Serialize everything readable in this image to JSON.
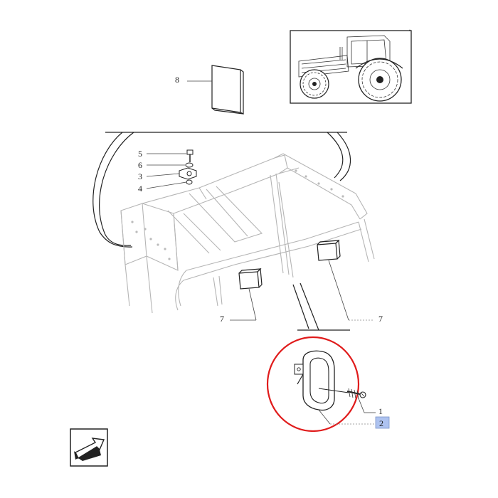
{
  "diagram": {
    "callouts": [
      {
        "id": "c8",
        "text": "8"
      },
      {
        "id": "c5",
        "text": "5"
      },
      {
        "id": "c6",
        "text": "6"
      },
      {
        "id": "c3",
        "text": "3"
      },
      {
        "id": "c4",
        "text": "4"
      },
      {
        "id": "c7a",
        "text": "7"
      },
      {
        "id": "c7b",
        "text": "7"
      },
      {
        "id": "c1",
        "text": "1"
      },
      {
        "id": "c2",
        "text": "2"
      }
    ],
    "highlighted_callout": "2",
    "colors": {
      "highlight_fill": "#aec3f0",
      "detail_circle": "#e01b1b",
      "line": "#222222",
      "cab_frame": "#b5b5b5"
    },
    "icons": [
      "tractor-thumbnail",
      "navigation-arrow-icon"
    ]
  }
}
